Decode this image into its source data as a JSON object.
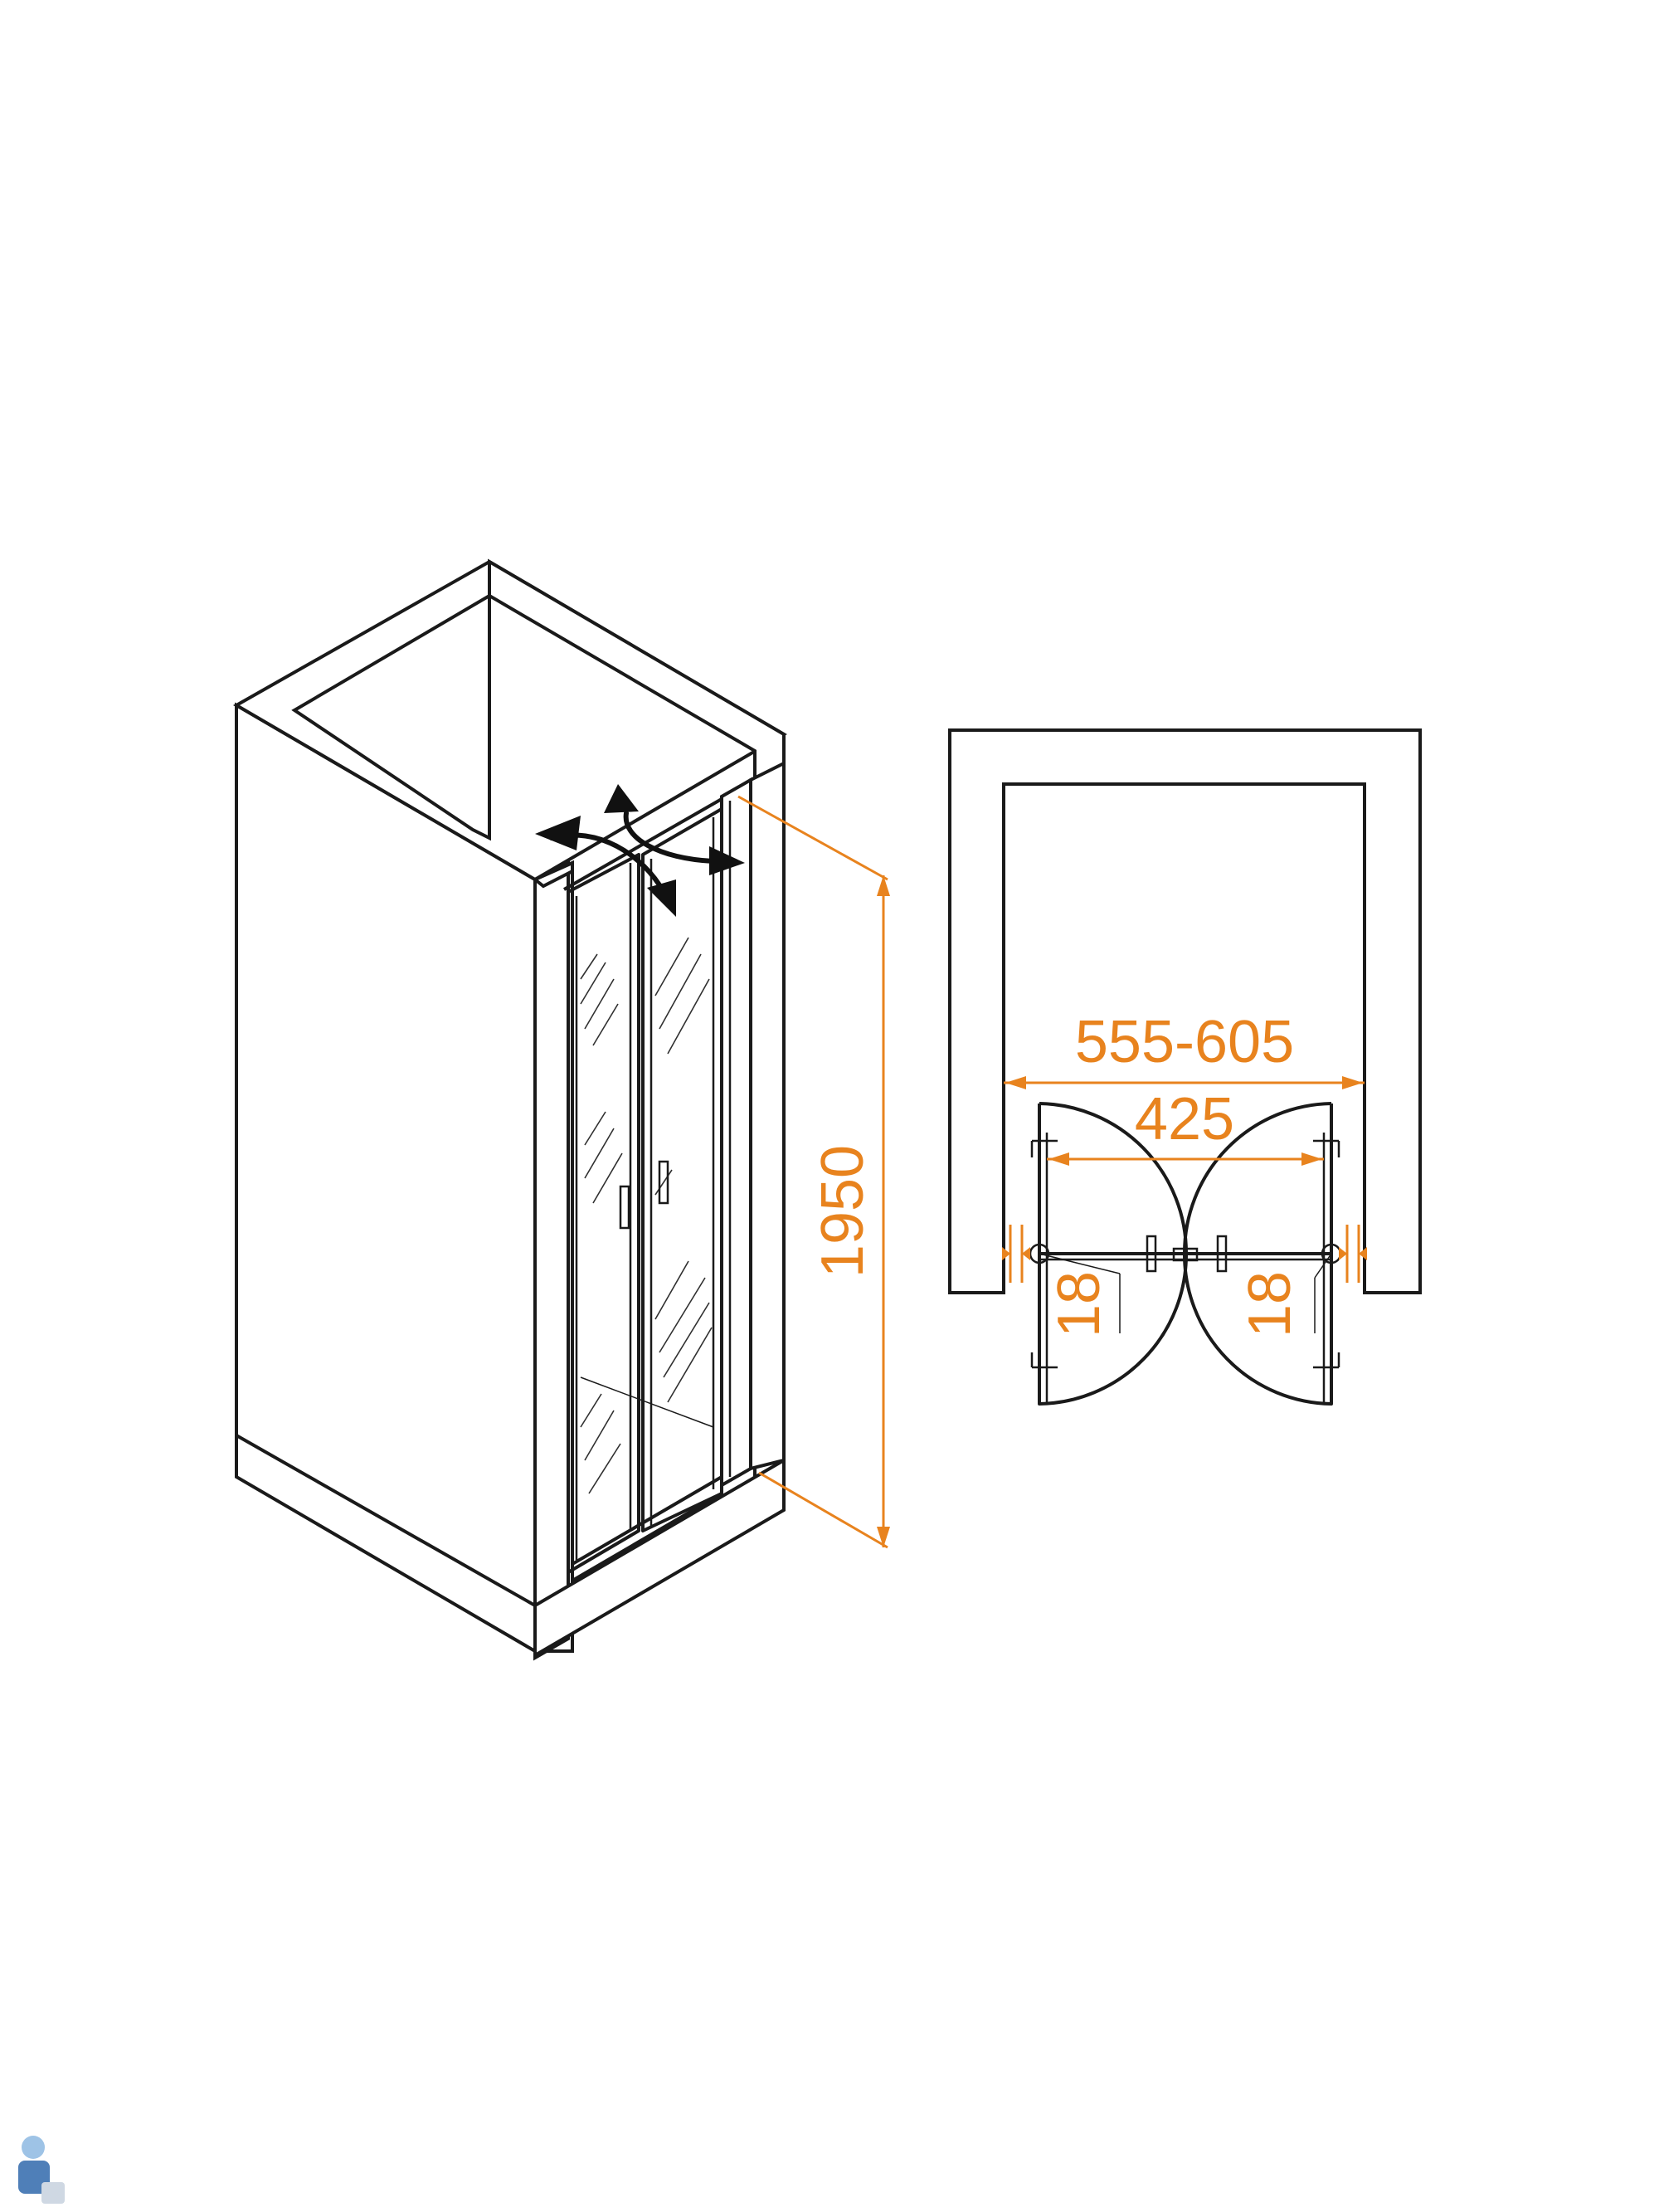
{
  "diagram": {
    "dimensions": {
      "height": "1950",
      "width_range": "555-605",
      "door_opening": "425",
      "gap_left": "18",
      "gap_right": "18"
    },
    "colors": {
      "dimension": "#E8831E",
      "outline": "#1a1a1a",
      "background": "#ffffff"
    }
  }
}
